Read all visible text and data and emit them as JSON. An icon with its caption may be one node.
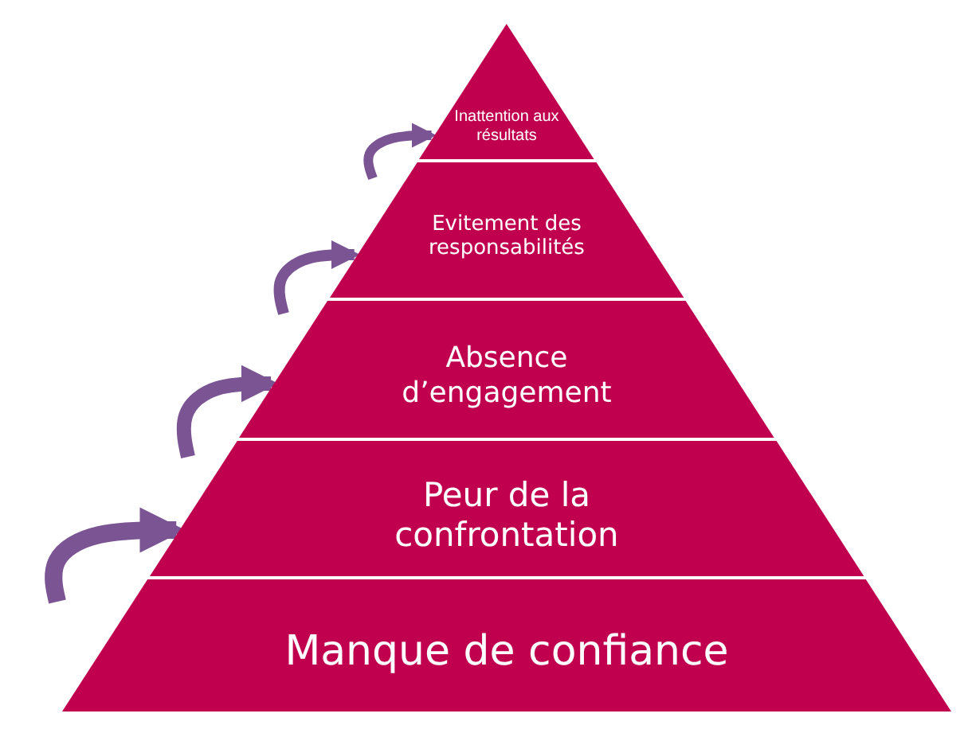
{
  "diagram": {
    "nodes": [
      {
        "text": [
          "Inattention aux résultats"
        ]
      },
      {
        "text": [
          "Evitement des responsabilités"
        ]
      },
      {
        "text": [
          "Absence d’engagement"
        ]
      },
      {
        "text": [
          "Peur de la confrontation"
        ]
      },
      {
        "text": [
          "Manque de confiance"
        ]
      }
    ],
    "edges": [
      {
        "from": null,
        "to": 3,
        "arrow": "to"
      },
      {
        "from": null,
        "to": 2,
        "arrow": "to"
      },
      {
        "from": null,
        "to": 1,
        "arrow": "to"
      },
      {
        "from": null,
        "to": 0,
        "arrow": "to"
      }
    ]
  }
}
